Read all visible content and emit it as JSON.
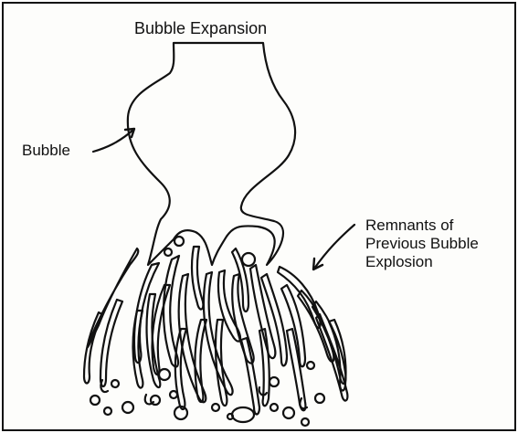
{
  "diagram": {
    "title": "Bubble Expansion",
    "labels": {
      "bubble": "Bubble",
      "remnants_line1": "Remnants of",
      "remnants_line2": "Previous Bubble",
      "remnants_line3": "Explosion"
    }
  },
  "colors": {
    "stroke": "#111111",
    "background": "#fdfdfb"
  }
}
